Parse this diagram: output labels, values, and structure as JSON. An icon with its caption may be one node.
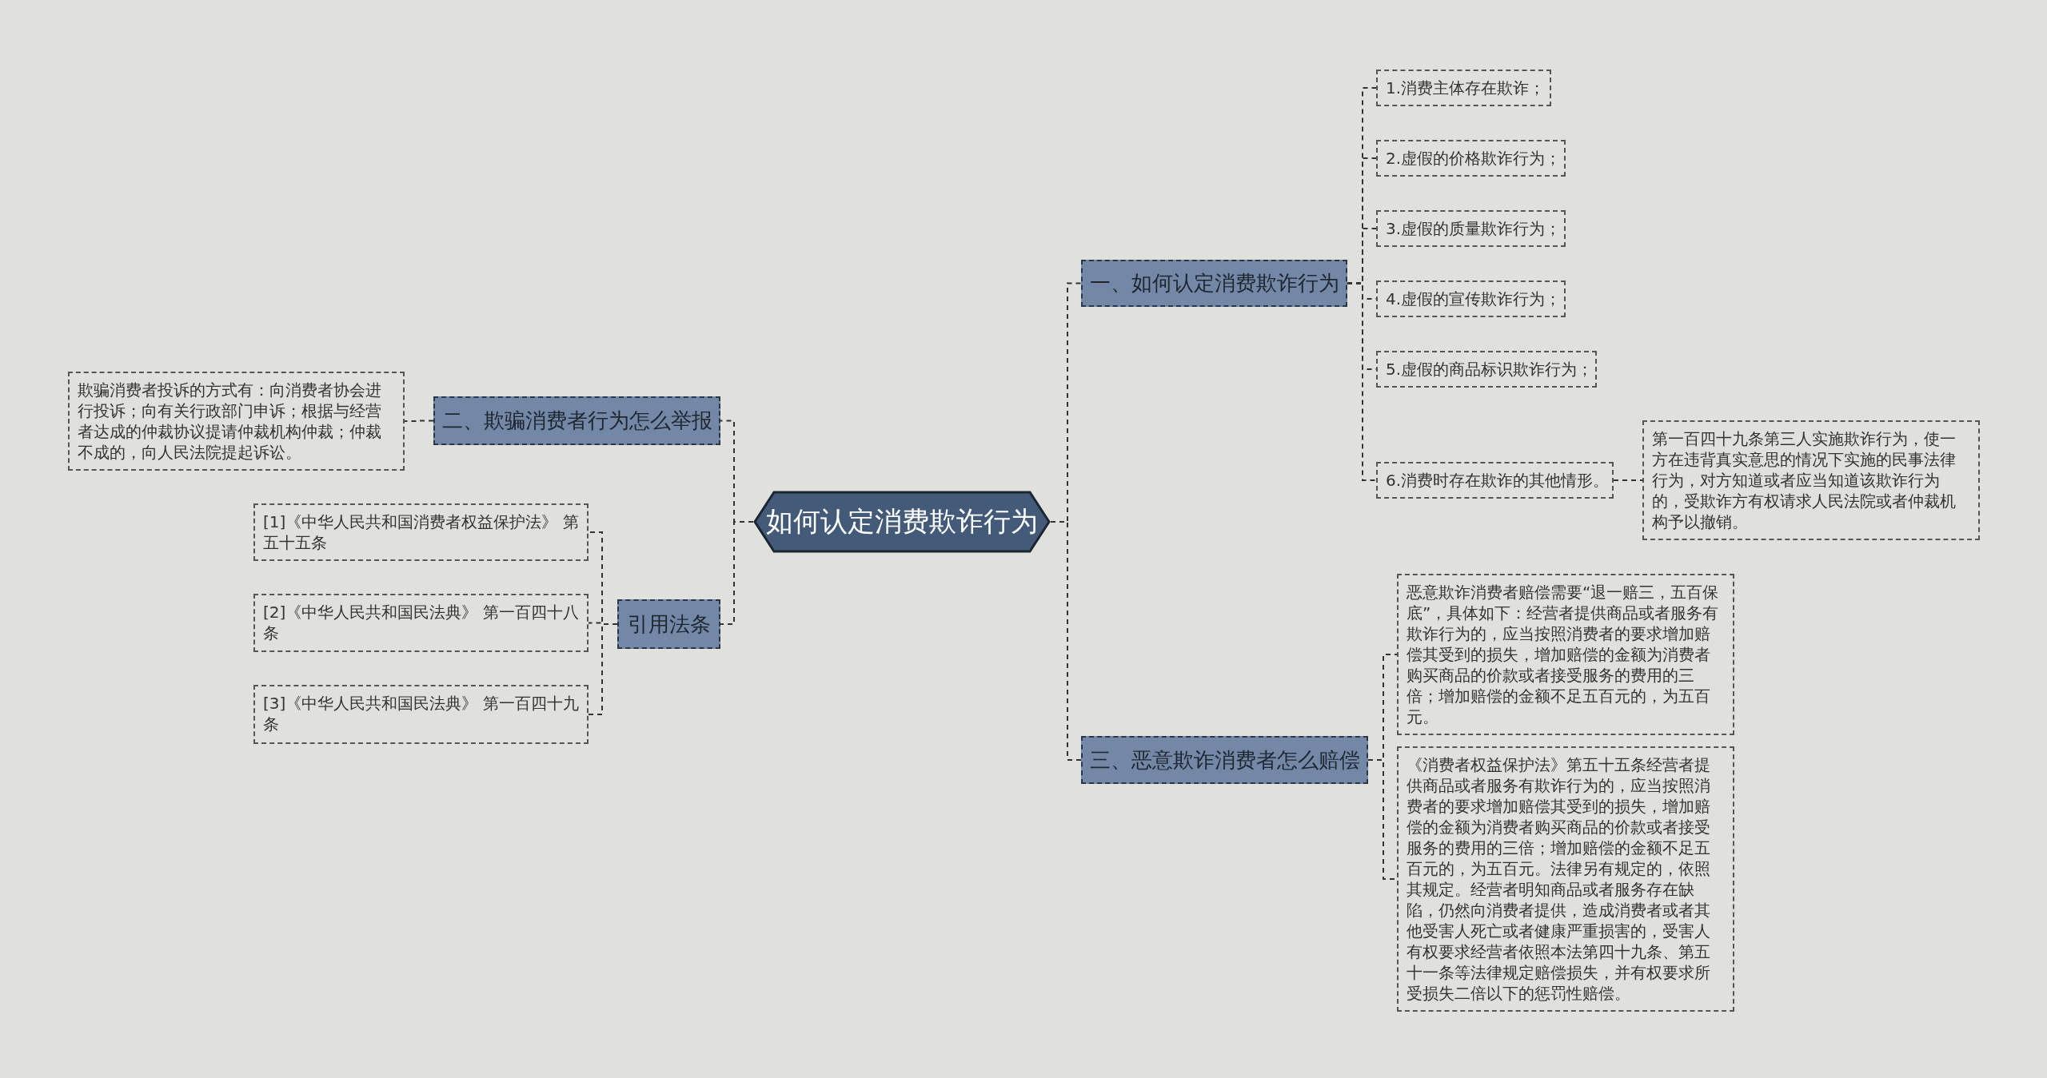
{
  "diagram": {
    "nodes": [
      {
        "text": [
          "如何认定消费欺诈行为"
        ]
      },
      {
        "text": [
          "一、如何认定消费欺诈行为"
        ]
      },
      {
        "text": [
          "1.消费主体存在欺诈；"
        ]
      },
      {
        "text": [
          "2.虚假的价格欺诈行为；"
        ]
      },
      {
        "text": [
          "3.虚假的质量欺诈行为；"
        ]
      },
      {
        "text": [
          "4.虚假的宣传欺诈行为；"
        ]
      },
      {
        "text": [
          "5.虚假的商品标识欺诈行为；"
        ]
      },
      {
        "text": [
          "6.消费时存在欺诈的其他情形。"
        ]
      },
      {
        "text": [
          "第一百四十九条第三人实施欺诈行为，使一方在违背真实意思的情况下实施的民事法律行为，对方知道或者应当知道该欺诈行为的，受欺诈方有权请求人民法院或者仲裁机构予以撤销。"
        ]
      },
      {
        "text": [
          "三、恶意欺诈消费者怎么赔偿"
        ]
      },
      {
        "text": [
          "恶意欺诈消费者赔偿需要“退一赔三，五百保底”，具体如下：经营者提供商品或者服务有欺诈行为的，应当按照消费者的要求增加赔偿其受到的损失，增加赔偿的金额为消费者购买商品的价款或者接受服务的费用的三倍；增加赔偿的金额不足五百元的，为五百元。"
        ]
      },
      {
        "text": [
          "《消费者权益保护法》第五十五条经营者提供商品或者服务有欺诈行为的，应当按照消费者的要求增加赔偿其受到的损失，增加赔偿的金额为消费者购买商品的价款或者接受服务的费用的三倍；增加赔偿的金额不足五百元的，为五百元。法律另有规定的，依照其规定。经营者明知商品或者服务存在缺陷，仍然向消费者提供，造成消费者或者其他受害人死亡或者健康严重损害的，受害人有权要求经营者依照本法第四十九条、第五十一条等法律规定赔偿损失，并有权要求所受损失二倍以下的惩罚性赔偿。"
        ]
      },
      {
        "text": [
          "二、欺骗消费者行为怎么举报"
        ]
      },
      {
        "text": [
          "欺骗消费者投诉的方式有：向消费者协会进行投诉；向有关行政部门申诉；根据与经营者达成的仲裁协议提请仲裁机构仲裁；仲裁不成的，向人民法院提起诉讼。"
        ]
      },
      {
        "text": [
          "引用法条"
        ]
      },
      {
        "text": [
          "[1]《中华人民共和国消费者权益保护法》 第五十五条"
        ]
      },
      {
        "text": [
          "[2]《中华人民共和国民法典》 第一百四十八条"
        ]
      },
      {
        "text": [
          "[3]《中华人民共和国民法典》 第一百四十九条"
        ]
      }
    ],
    "edges": [
      {
        "from": 0,
        "to": 1,
        "arrow": "none"
      },
      {
        "from": 1,
        "to": 2,
        "arrow": "none"
      },
      {
        "from": 1,
        "to": 3,
        "arrow": "none"
      },
      {
        "from": 1,
        "to": 4,
        "arrow": "none"
      },
      {
        "from": 1,
        "to": 5,
        "arrow": "none"
      },
      {
        "from": 1,
        "to": 6,
        "arrow": "none"
      },
      {
        "from": 1,
        "to": 7,
        "arrow": "none"
      },
      {
        "from": 7,
        "to": 8,
        "arrow": "none"
      },
      {
        "from": 0,
        "to": 9,
        "arrow": "none"
      },
      {
        "from": 9,
        "to": 10,
        "arrow": "none"
      },
      {
        "from": 9,
        "to": 11,
        "arrow": "none"
      },
      {
        "from": 0,
        "to": 12,
        "arrow": "none"
      },
      {
        "from": 12,
        "to": 13,
        "arrow": "none"
      },
      {
        "from": 0,
        "to": 14,
        "arrow": "none"
      },
      {
        "from": 14,
        "to": 15,
        "arrow": "none"
      },
      {
        "from": 14,
        "to": 16,
        "arrow": "none"
      },
      {
        "from": 14,
        "to": 17,
        "arrow": "none"
      }
    ]
  }
}
